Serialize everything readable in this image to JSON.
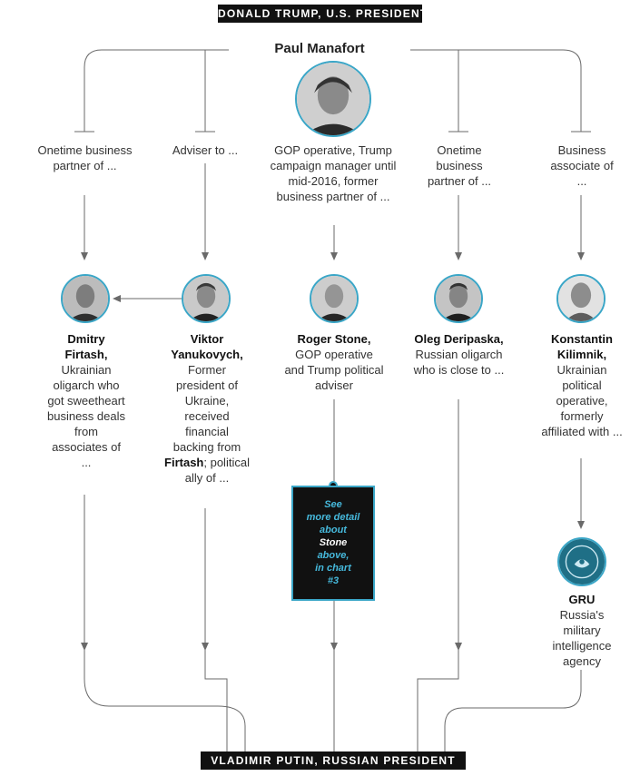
{
  "top_banner": "DONALD TRUMP, U.S. PRESIDENT",
  "bottom_banner": "VLADIMIR PUTIN, RUSSIAN PRESIDENT",
  "center": {
    "name": "Paul Manafort",
    "description": "GOP operative, Trump campaign manager until mid-2016, former business partner of ..."
  },
  "relations": [
    {
      "label": "Onetime business partner of ..."
    },
    {
      "label": "Adviser to ..."
    },
    {
      "label": "Onetime business partner of ..."
    },
    {
      "label": "Business associate of ..."
    }
  ],
  "people": [
    {
      "name": "Dmitry Firtash,",
      "desc": "Ukrainian oligarch who got sweetheart business deals from associates of ..."
    },
    {
      "name": "Viktor Yanukovych,",
      "desc_pre": "Former president of Ukraine, received financial backing from",
      "desc_bold": "Firtash",
      "desc_post": "; political ally of ..."
    },
    {
      "name": "Roger Stone,",
      "desc": "GOP operative and Trump political adviser"
    },
    {
      "name": "Oleg Deripaska,",
      "desc": "Russian oligarch who is close to ..."
    },
    {
      "name": "Konstantin Kilimnik,",
      "desc": "Ukrainian political operative, formerly affiliated with ..."
    }
  ],
  "gru": {
    "name": "GRU",
    "desc": "Russia's military intelligence agency"
  },
  "note": {
    "line1": "See",
    "line2": "more detail",
    "line3": "about",
    "stone": "Stone",
    "line4": "above,",
    "line5": "in chart",
    "line6": "#3"
  },
  "accent_color": "#3aa6c7",
  "line_color": "#666666"
}
